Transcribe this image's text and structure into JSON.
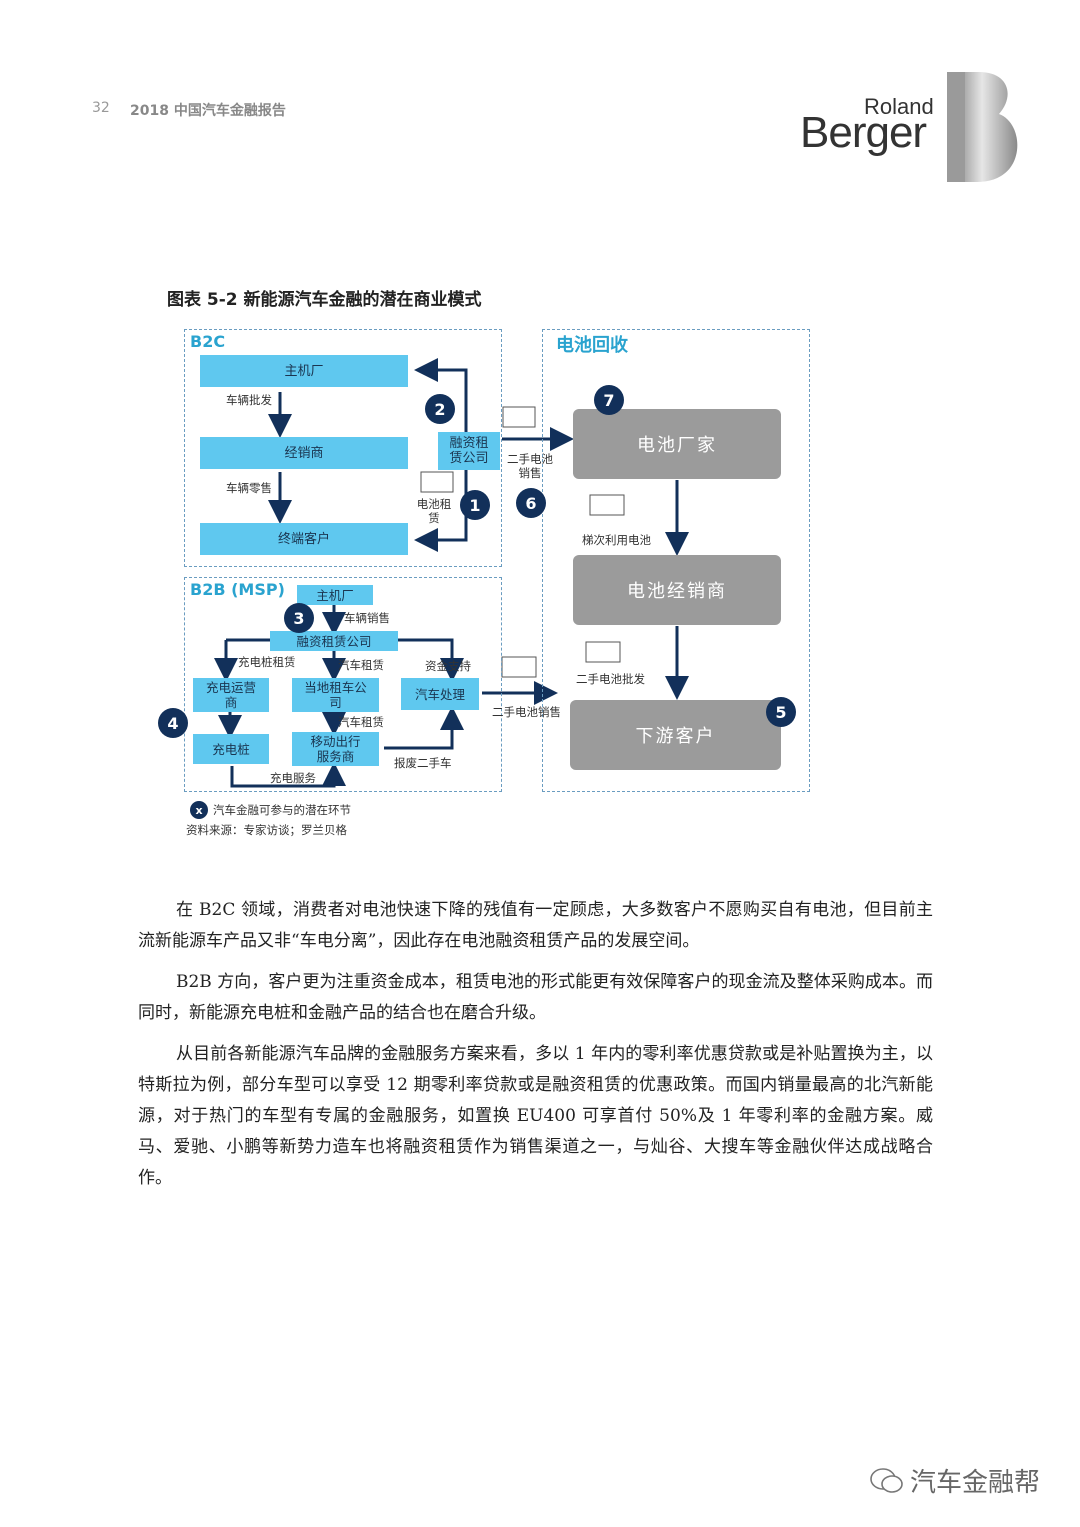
{
  "header": {
    "page_number": "32",
    "report_title": "2018 中国汽车金融报告",
    "logo_line1": "Roland",
    "logo_line2": "Berger"
  },
  "figure": {
    "title": "图表 5-2  新能源汽车金融的潜在商业模式",
    "b2c": {
      "label": "B2C",
      "oem": "主机厂",
      "wholesale": "车辆批发",
      "dealer": "经销商",
      "retail": "车辆零售",
      "customer": "终端客户",
      "leasing_co_line1": "融资租",
      "leasing_co_line2": "赁公司",
      "battery_lease_line1": "电池租",
      "battery_lease_line2": "赁"
    },
    "b2b": {
      "label": "B2B (MSP)",
      "oem": "主机厂",
      "vehicle_sales": "车辆销售",
      "leasing_co": "融资租赁公司",
      "charger_lease": "充电桩租赁",
      "car_lease": "汽车租赁",
      "funding": "资金支持",
      "charge_operator_line1": "充电运营",
      "charge_operator_line2": "商",
      "local_rental_line1": "当地租车公",
      "local_rental_line2": "司",
      "vehicle_disposal": "汽车处理",
      "car_lease_2": "汽车租赁",
      "charger": "充电桩",
      "mobility_line1": "移动出行",
      "mobility_line2": "服务商",
      "scrap_used": "报废二手车",
      "charge_service": "充电服务"
    },
    "recycle": {
      "label": "电池回收",
      "used_battery_sales_line1": "二手电池",
      "used_battery_sales_line2": "销售",
      "manufacturer": "电池厂家",
      "cascade_use": "梯次利用电池",
      "battery_dealer": "电池经销商",
      "used_battery_wholesale": "二手电池批发",
      "used_battery_sales_b2b": "二手电池销售",
      "downstream": "下游客户"
    },
    "badges": [
      "1",
      "2",
      "3",
      "4",
      "5",
      "6",
      "7"
    ],
    "legend_badge": "x",
    "legend_text": "汽车金融可参与的潜在环节",
    "source": "资料来源：专家访谈；罗兰贝格"
  },
  "paragraphs": [
    "在 B2C 领域，消费者对电池快速下降的残值有一定顾虑，大多数客户不愿购买自有电池，但目前主流新能源车产品又非“车电分离”，因此存在电池融资租赁产品的发展空间。",
    "B2B 方向，客户更为注重资金成本，租赁电池的形式能更有效保障客户的现金流及整体采购成本。而同时，新能源充电桩和金融产品的结合也在磨合升级。",
    "从目前各新能源汽车品牌的金融服务方案来看，多以 1 年内的零利率优惠贷款或是补贴置换为主，以特斯拉为例，部分车型可以享受 12 期零利率贷款或是融资租赁的优惠政策。而国内销量最高的北汽新能源，对于热门的车型有专属的金融服务，如置换 EU400 可享首付 50%及 1 年零利率的金融方案。威马、爱驰、小鹏等新势力造车也将融资租赁作为销售渠道之一，与灿谷、大搜车等金融伙伴达成战略合作。"
  ],
  "watermark": "汽车金融帮",
  "colors": {
    "accent": "#5fc8ef",
    "navy": "#12305a",
    "grey_box": "#9b9b9b",
    "label_blue": "#2aa3cf"
  }
}
